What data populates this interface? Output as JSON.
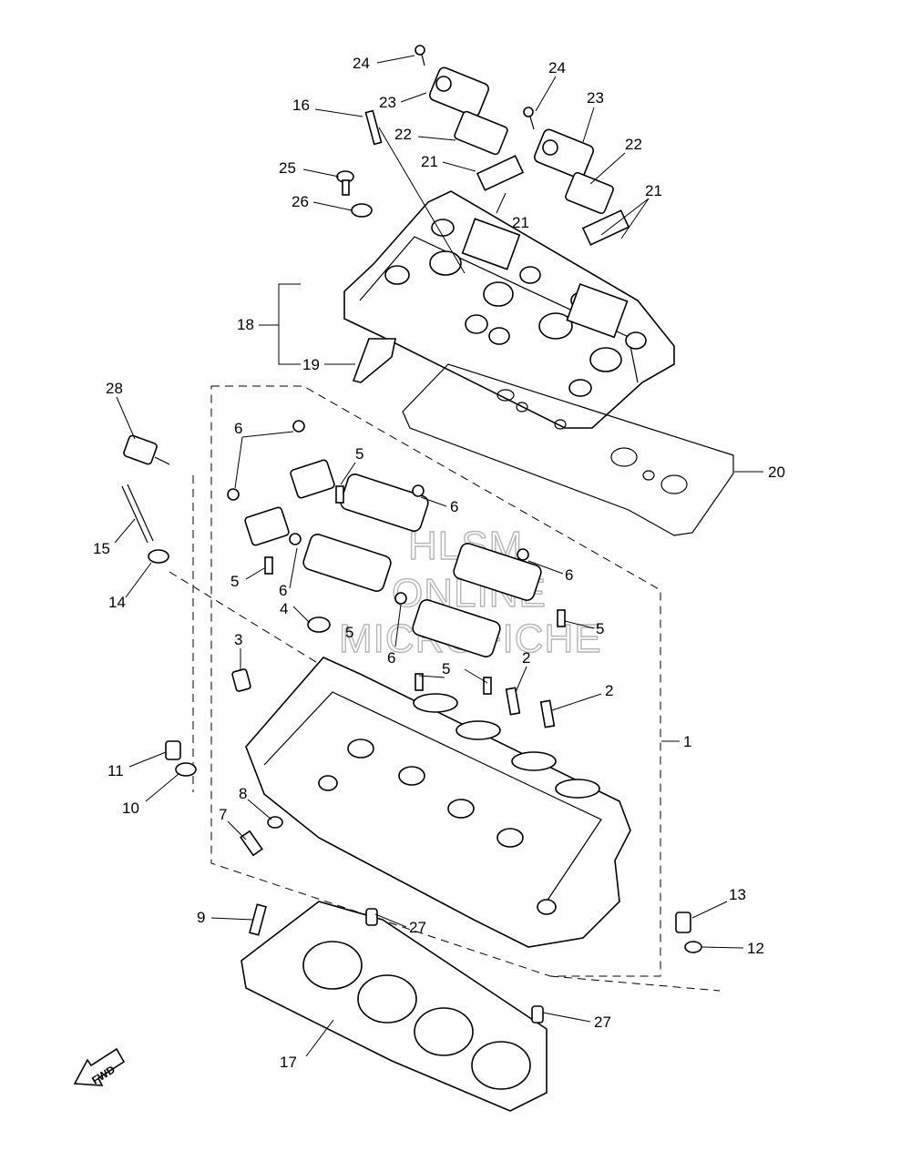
{
  "watermark": {
    "line1": "HLSM",
    "line2": "ONLINE",
    "line3": "MICROFICHE"
  },
  "fwd_label": "FWD",
  "callouts": [
    "1",
    "2",
    "2",
    "3",
    "4",
    "5",
    "5",
    "5",
    "5",
    "5",
    "6",
    "6",
    "6",
    "6",
    "6",
    "7",
    "8",
    "9",
    "10",
    "11",
    "12",
    "13",
    "14",
    "15",
    "16",
    "17",
    "18",
    "19",
    "20",
    "21",
    "21",
    "21",
    "22",
    "22",
    "23",
    "23",
    "24",
    "24",
    "25",
    "26",
    "27",
    "27",
    "28"
  ]
}
